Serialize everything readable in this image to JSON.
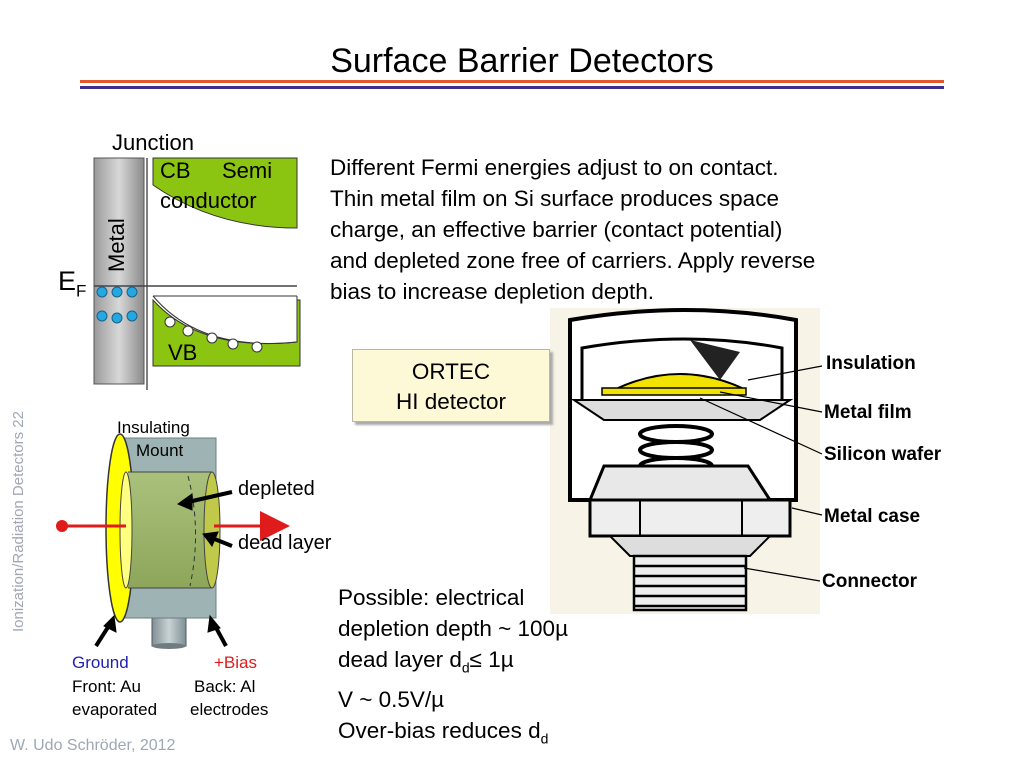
{
  "title": "Surface Barrier Detectors",
  "side_label": "Ionization/Radiation Detectors  22",
  "footer": "W. Udo Schröder, 2012",
  "band_diagram": {
    "junction": "Junction",
    "cb": "CB",
    "semi": "Semi",
    "conductor": "conductor",
    "metal": "Metal",
    "ef": "E",
    "ef_sub": "F",
    "vb": "VB"
  },
  "description": [
    "Different Fermi energies adjust to on contact.",
    "Thin metal film on Si surface produces space",
    "charge, an effective barrier (contact potential)",
    "and depleted zone free of carriers. Apply reverse",
    "bias to increase depletion depth."
  ],
  "ortec": {
    "line1": "ORTEC",
    "line2": "HI detector"
  },
  "detector_labels": {
    "insulation": "Insulation",
    "metal_film": "Metal film",
    "silicon_wafer": "Silicon wafer",
    "metal_case": "Metal case",
    "connector": "Connector"
  },
  "cylinder": {
    "insulating": "Insulating",
    "mount": "Mount",
    "depleted": "depleted",
    "dead_layer": "dead layer",
    "ground": "Ground",
    "bias": "+Bias",
    "front": "Front: Au",
    "back": "Back: Al",
    "evaporated": "evaporated",
    "electrodes": "electrodes"
  },
  "possible": {
    "line1": "Possible: electrical",
    "line2": "depletion depth ~ 100µ",
    "line3_a": "dead layer d",
    "line3_sub": "d",
    "line3_b": "≤ 1µ",
    "line4": "V ~ 0.5V/µ",
    "line5_a": "Over-bias reduces d",
    "line5_sub": "d"
  },
  "colors": {
    "green": "#8cc412",
    "yellow": "#ffff00",
    "orange_rule": "#e2572b",
    "blue_rule": "#3b2e8c",
    "dot_blue": "#25a8e0",
    "arrow_red": "#e01b1b"
  }
}
